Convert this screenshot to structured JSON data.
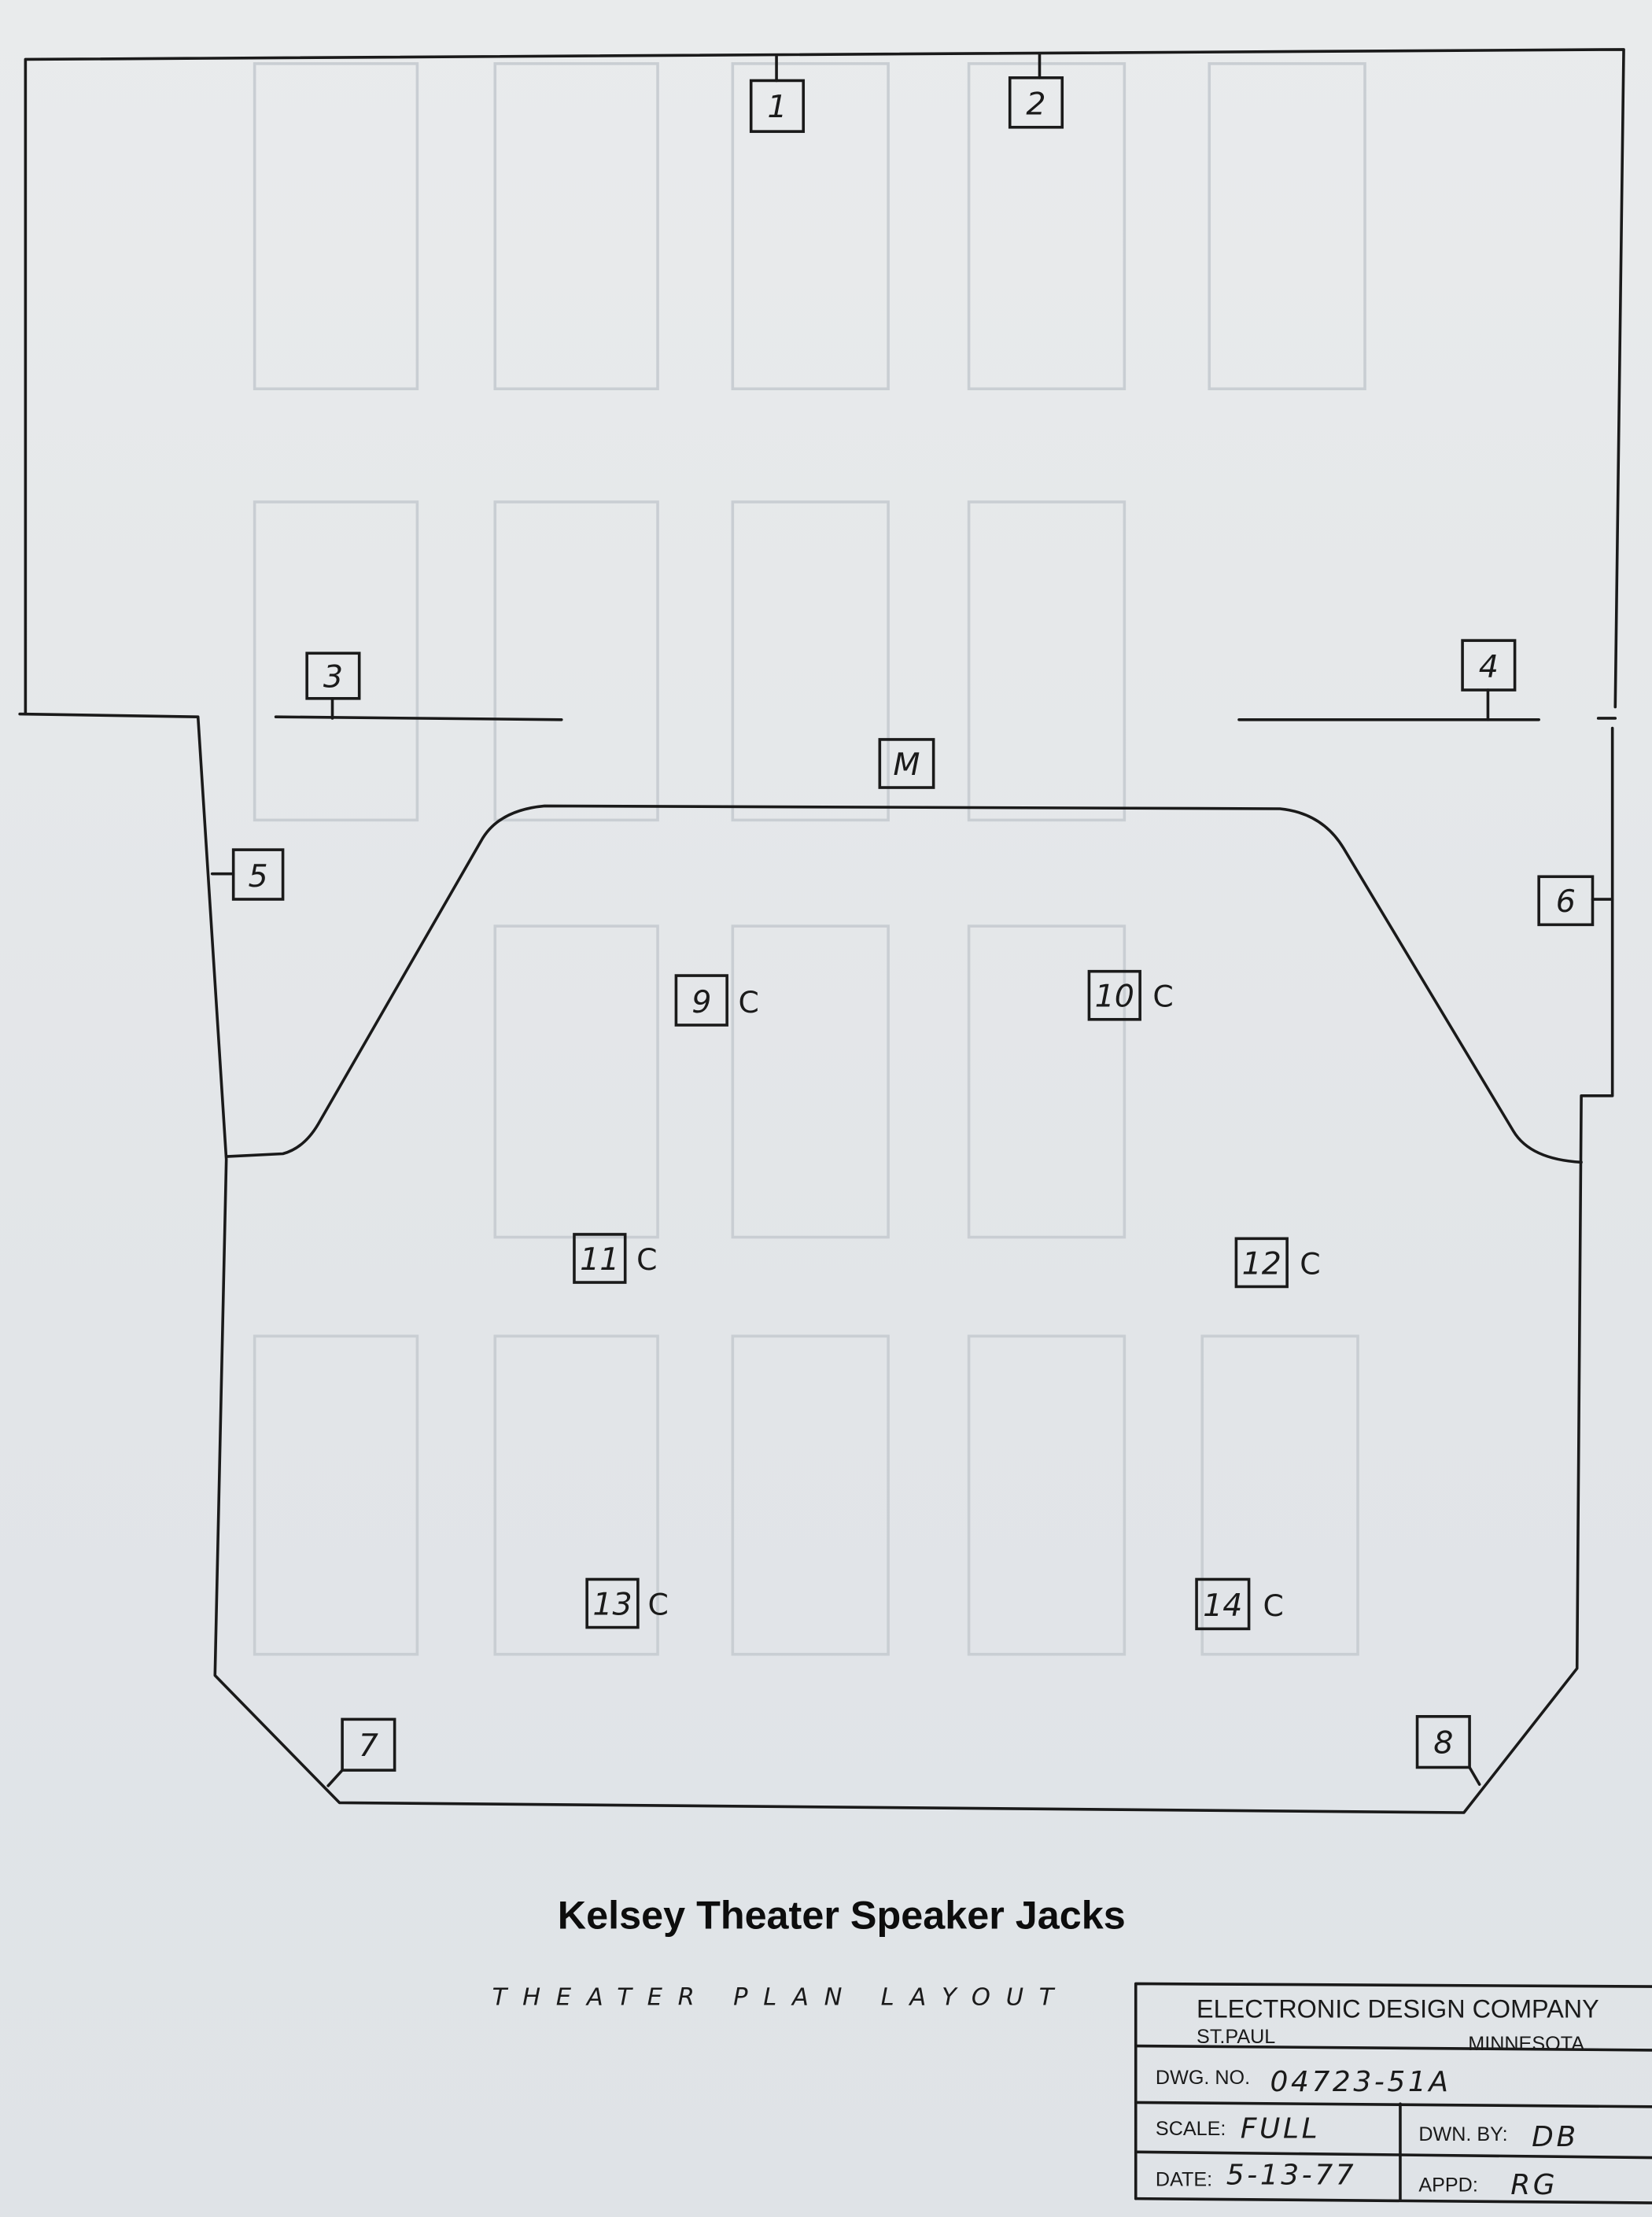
{
  "title": "Kelsey Theater Speaker Jacks",
  "subtitle": "THEATER PLAN LAYOUT",
  "jacks": [
    {
      "label": "1"
    },
    {
      "label": "2"
    },
    {
      "label": "3"
    },
    {
      "label": "4"
    },
    {
      "label": "5"
    },
    {
      "label": "6"
    },
    {
      "label": "7"
    },
    {
      "label": "8"
    },
    {
      "label": "M"
    },
    {
      "label": "9",
      "suffix": "C"
    },
    {
      "label": "10",
      "suffix": "C"
    },
    {
      "label": "11",
      "suffix": "C"
    },
    {
      "label": "12",
      "suffix": "C"
    },
    {
      "label": "13",
      "suffix": "C"
    },
    {
      "label": "14",
      "suffix": "C"
    }
  ],
  "title_block": {
    "company": "ELECTRONIC DESIGN COMPANY",
    "city": "ST.PAUL",
    "state": "MINNESOTA",
    "dwg_no_label": "DWG. NO.",
    "dwg_no": "04723-51A",
    "scale_label": "SCALE:",
    "scale": "FULL",
    "drawn_by_label": "DWN. BY:",
    "drawn_by": "DB",
    "date_label": "DATE:",
    "date": "5-13-77",
    "approved_label": "APPD:",
    "approved": "RG"
  }
}
